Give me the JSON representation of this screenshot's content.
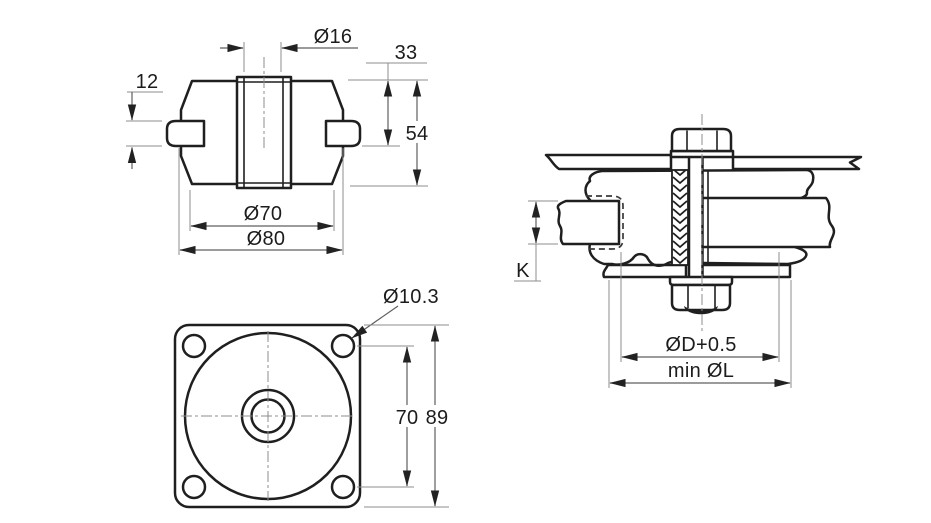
{
  "drawing": {
    "background": "#ffffff",
    "line_color": "#1f1f1f",
    "dim_color": "#5f5f5f",
    "stipple_color": "#6b7480",
    "views": {
      "front_section": {
        "labels": {
          "bore_dia": "Ø16",
          "upper_offset": "33",
          "tab_thickness": "12",
          "total_height": "54",
          "base_dia": "Ø70",
          "body_dia": "Ø80"
        }
      },
      "plan": {
        "labels": {
          "hole_dia": "Ø10.3",
          "hole_pitch": "70",
          "plate_size": "89"
        }
      },
      "installation": {
        "labels": {
          "slot_height": "K",
          "cutout_dia": "ØD+0.5",
          "min_clearance": "min ØL"
        }
      }
    }
  }
}
